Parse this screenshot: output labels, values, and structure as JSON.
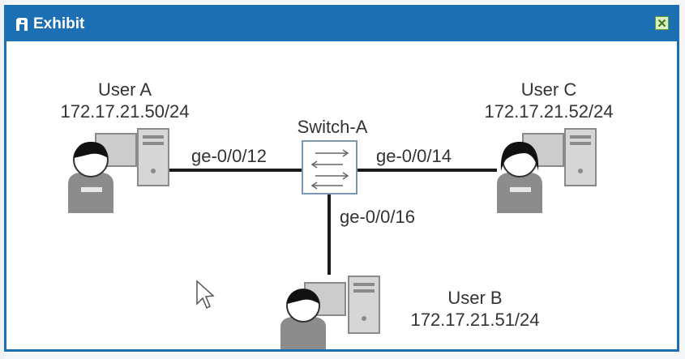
{
  "window": {
    "title": "Exhibit",
    "title_icon": "exhibit-icon",
    "close_icon": "close-icon",
    "accent_color": "#1d6fb3"
  },
  "diagram": {
    "switch": {
      "name": "Switch-A",
      "icon": "switch-icon"
    },
    "users": [
      {
        "id": "user-a",
        "name": "User A",
        "ip": "172.17.21.50/24",
        "icon": "user-workstation-icon",
        "port": "ge-0/0/12"
      },
      {
        "id": "user-c",
        "name": "User C",
        "ip": "172.17.21.52/24",
        "icon": "user-workstation-icon",
        "port": "ge-0/0/14"
      },
      {
        "id": "user-b",
        "name": "User B",
        "ip": "172.17.21.51/24",
        "icon": "user-workstation-icon",
        "port": "ge-0/0/16"
      }
    ]
  }
}
